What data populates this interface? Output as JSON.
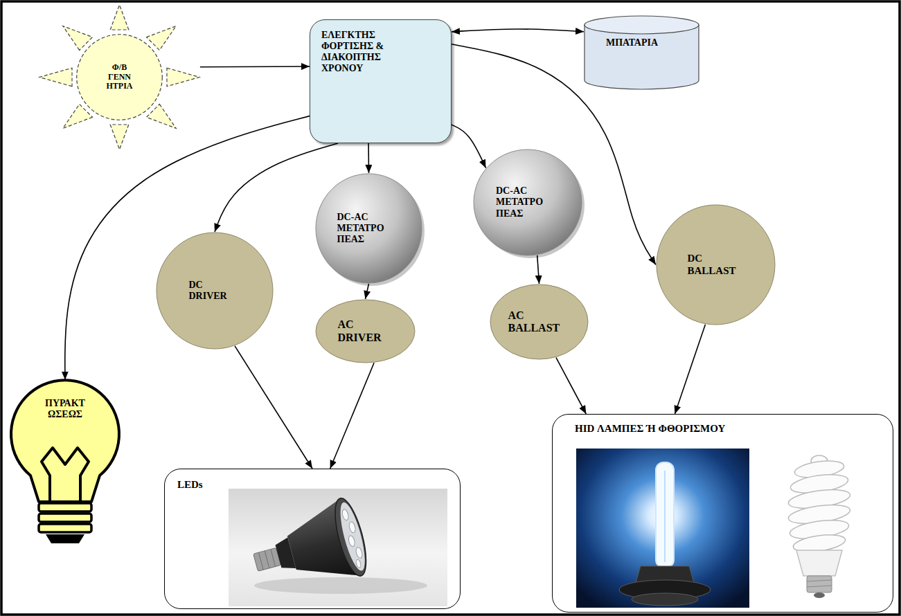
{
  "diagram": {
    "nodes": [
      {
        "text": [
          "Φ/Β ΓΕΝΝ ΗΤΡΙΑ"
        ]
      },
      {
        "text": [
          "ΕΛΕΓΚΤΗΣ ΦΟΡΤΙΣΗΣ & ΔΙΑΚΟΠΤΗΣ ΧΡΟΝΟΥ"
        ]
      },
      {
        "text": [
          "ΜΠΑΤΑΡΙΑ"
        ]
      },
      {
        "text": [
          "DC-AC ΜΕΤΑΤΡΟ ΠΕΑΣ"
        ]
      },
      {
        "text": [
          "DC-AC ΜΕΤΑΤΡΟ ΠΕΑΣ"
        ]
      },
      {
        "text": [
          "DC BALLAST"
        ]
      },
      {
        "text": [
          "DC DRIVER"
        ]
      },
      {
        "text": [
          "AC DRIVER"
        ]
      },
      {
        "text": [
          "AC BALLAST"
        ]
      },
      {
        "text": [
          "ΠΥΡΑΚΤ ΩΣΕΩΣ"
        ]
      },
      {
        "text": [
          "LEDs"
        ]
      },
      {
        "text": [
          "HID ΛΑΜΠΕΣ Ή ΦΘΟΡΙΣΜΟΥ"
        ]
      }
    ],
    "edges": [
      {
        "from": 0,
        "to": 1,
        "arrow": "to"
      },
      {
        "from": 1,
        "to": 2,
        "arrow": "both"
      },
      {
        "from": 1,
        "to": 9,
        "arrow": "to"
      },
      {
        "from": 1,
        "to": 6,
        "arrow": "to"
      },
      {
        "from": 1,
        "to": 3,
        "arrow": "to"
      },
      {
        "from": 1,
        "to": 4,
        "arrow": "to"
      },
      {
        "from": 1,
        "to": 5,
        "arrow": "to"
      },
      {
        "from": 3,
        "to": 7,
        "arrow": "to"
      },
      {
        "from": 4,
        "to": 8,
        "arrow": "to"
      },
      {
        "from": 6,
        "to": 10,
        "arrow": "to"
      },
      {
        "from": 7,
        "to": 10,
        "arrow": "to"
      },
      {
        "from": 8,
        "to": 11,
        "arrow": "to"
      },
      {
        "from": 5,
        "to": 11,
        "arrow": "to"
      }
    ]
  }
}
